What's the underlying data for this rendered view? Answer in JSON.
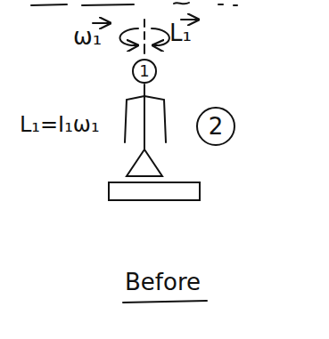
{
  "diagram": {
    "nodes": [
      {
        "text": [
          "1"
        ]
      },
      {
        "text": [
          "2"
        ]
      }
    ],
    "labels": [
      "ω₁",
      "L₁",
      "L₁=I₁ω₁",
      "Before"
    ]
  }
}
